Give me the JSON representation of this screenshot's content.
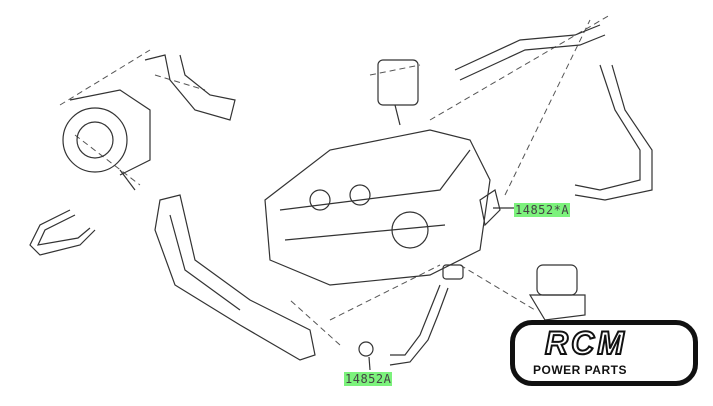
{
  "diagram": {
    "callouts": [
      {
        "label": "14852*A"
      },
      {
        "label": "14852A"
      }
    ],
    "logo": {
      "mark": "RCM",
      "subtitle": "POWER PARTS"
    },
    "colors": {
      "highlight": "#7cf27c",
      "line": "#333333"
    }
  }
}
